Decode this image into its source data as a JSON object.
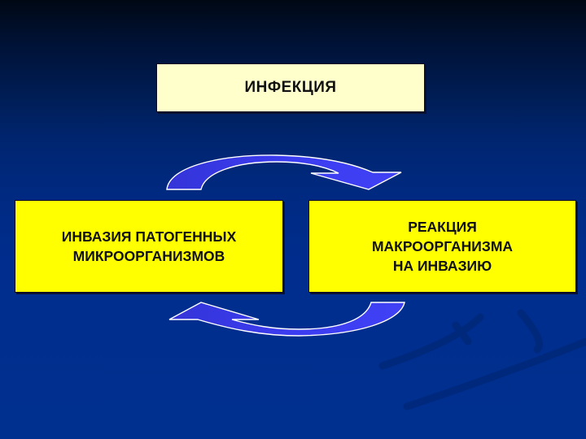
{
  "slide": {
    "background_colors": [
      "#000814",
      "#002a82",
      "#00308f"
    ],
    "top_box": {
      "label": "ИНФЕКЦИЯ",
      "fill": "#ffffcc"
    },
    "left_box": {
      "label": "ИНВАЗИЯ ПАТОГЕННЫХ\nМИКРООРГАНИЗМОВ",
      "fill": "#ffff00"
    },
    "right_box": {
      "label": "РЕАКЦИЯ\nМАКРООРГАНИЗМА\nНА ИНВАЗИЮ",
      "fill": "#ffff00"
    },
    "arrows": {
      "top": {
        "direction": "left-to-right",
        "icon": "curved-arrow-right-icon",
        "fill": "#3a3af0",
        "stroke": "#ffffff"
      },
      "bottom": {
        "direction": "right-to-left",
        "icon": "curved-arrow-left-icon",
        "fill": "#3a3af0",
        "stroke": "#ffffff"
      }
    }
  }
}
